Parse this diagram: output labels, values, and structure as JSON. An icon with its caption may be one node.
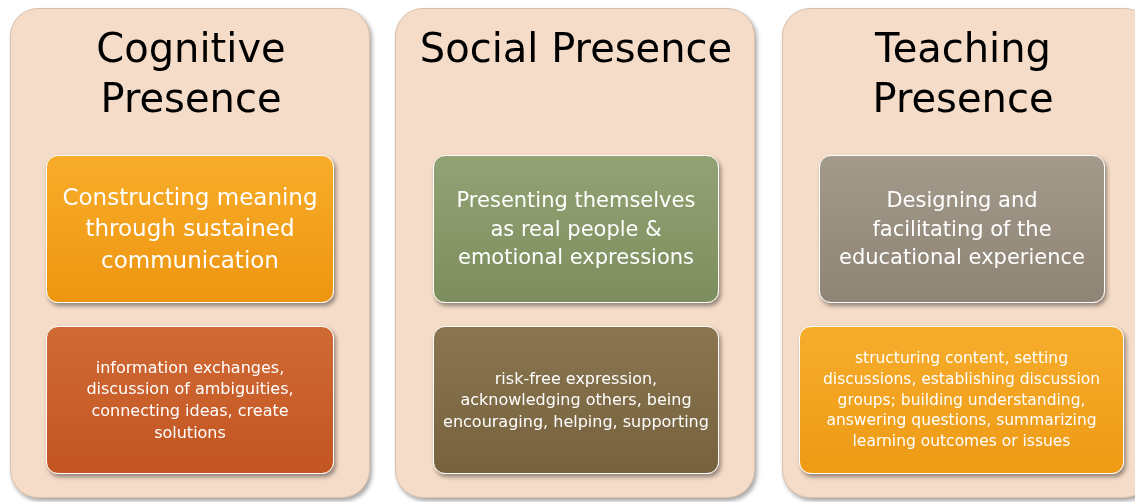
{
  "diagram": {
    "nodes": [
      {
        "text": [
          "Cognitive Presence"
        ]
      },
      {
        "text": [
          "Constructing meaning through sustained communication"
        ],
        "in": 0
      },
      {
        "text": [
          "information exchanges, discussion of ambiguities, connecting ideas, create solutions"
        ],
        "in": 0
      },
      {
        "text": [
          "Social Presence"
        ]
      },
      {
        "text": [
          "Presenting themselves as real people & emotional expressions"
        ],
        "in": 3
      },
      {
        "text": [
          "risk-free expression, acknowledging others, being encouraging, helping, supporting"
        ],
        "in": 3
      },
      {
        "text": [
          "Teaching Presence"
        ]
      },
      {
        "text": [
          "Designing and facilitating of the educational experience"
        ],
        "in": 6
      },
      {
        "text": [
          "structuring content, setting discussions, establishing discussion groups; building understanding, answering questions, summarizing learning outcomes or issues"
        ],
        "in": 6
      }
    ]
  }
}
